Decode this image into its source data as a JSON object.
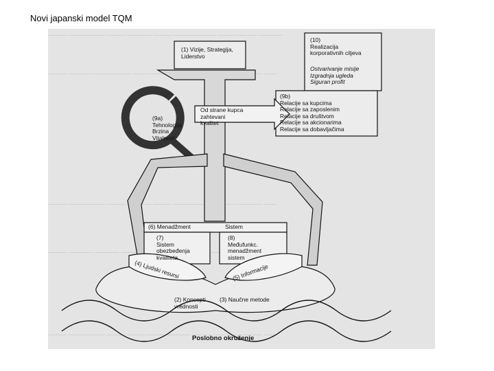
{
  "slide": {
    "title": "Novi japanski model TQM"
  },
  "diagram": {
    "top_box": "(1) Vizije, Strategija,\nLiderstvo",
    "box_10_title": "(10)\nRealizacija\nkorporativnih ciljeva",
    "box_10_italic": "Ostvarivanje misije\nIzgradnja ugleda\nSiguran profit",
    "box_9b": "(9b)\nRelacije sa kupcima\nRelacije sa zaposlenim\nRelacije sa društvom\nRelacije sa akcionarima\nRelacije sa dobavljačima",
    "q_label": "(9a)\nTehnologija\nBrzina\nVitalnost",
    "arrow_label": "Od strane kupca\nzahtevani\nkvalitet",
    "system_header_left": "(6) Menadžment",
    "system_header_right": "Sistem",
    "box_7": "(7)\nSistem\nobezbeđenja\nkvaliteta",
    "box_8": "(8)\nMeđufunkc.\nmenadžment\nsistem",
    "label_4": "(4) Ljudski resursi",
    "label_5": "(5) Informacije",
    "label_2": "(2) Koncepti\nvrednosti",
    "label_3": "(3) Naučne metode",
    "bottom_label": "Poslobno okruženje"
  },
  "colors": {
    "ink": "#111111",
    "paper": "#e4e4e4",
    "bg": "#ffffff"
  }
}
